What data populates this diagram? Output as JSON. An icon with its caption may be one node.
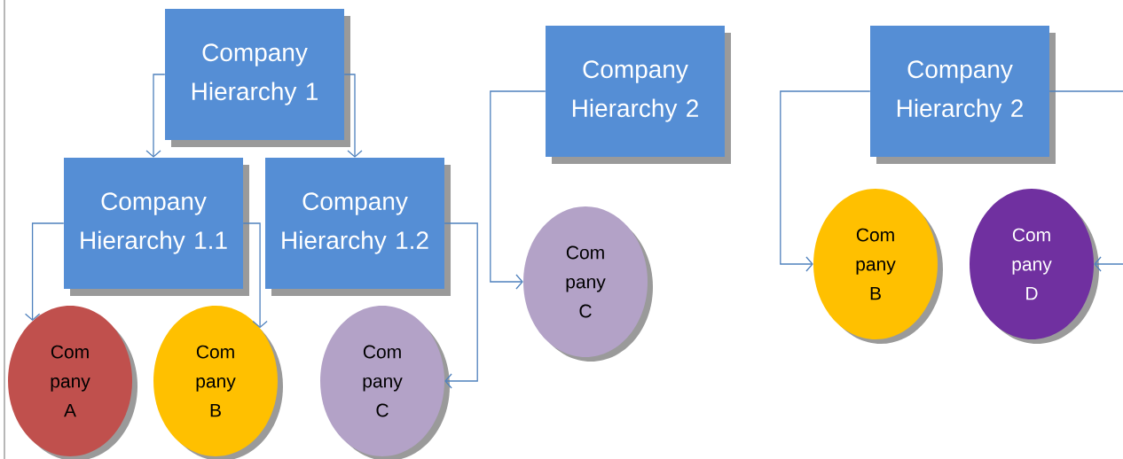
{
  "diagram": {
    "nodes": [
      {
        "text": [
          "Company Hierarchy 1"
        ]
      },
      {
        "text": [
          "Company Hierarchy 1.1"
        ]
      },
      {
        "text": [
          "Company Hierarchy 1.2"
        ]
      },
      {
        "text": [
          "Com pany A"
        ]
      },
      {
        "text": [
          "Com pany B"
        ]
      },
      {
        "text": [
          "Com pany C"
        ]
      },
      {
        "text": [
          "Company Hierarchy 2"
        ]
      },
      {
        "text": [
          "Com pany C"
        ]
      },
      {
        "text": [
          "Company Hierarchy 2"
        ]
      },
      {
        "text": [
          "Com pany B"
        ]
      },
      {
        "text": [
          "Com pany D"
        ]
      }
    ],
    "edges": [
      {
        "from": 0,
        "to": 1,
        "arrow": "to"
      },
      {
        "from": 0,
        "to": 2,
        "arrow": "to"
      },
      {
        "from": 1,
        "to": 3,
        "arrow": "to"
      },
      {
        "from": 1,
        "to": 4,
        "arrow": "to"
      },
      {
        "from": 2,
        "to": 5,
        "arrow": "to"
      },
      {
        "from": 6,
        "to": 7,
        "arrow": "to"
      },
      {
        "from": 8,
        "to": 9,
        "arrow": "to"
      },
      {
        "from": 8,
        "to": 10,
        "arrow": "to"
      }
    ]
  }
}
